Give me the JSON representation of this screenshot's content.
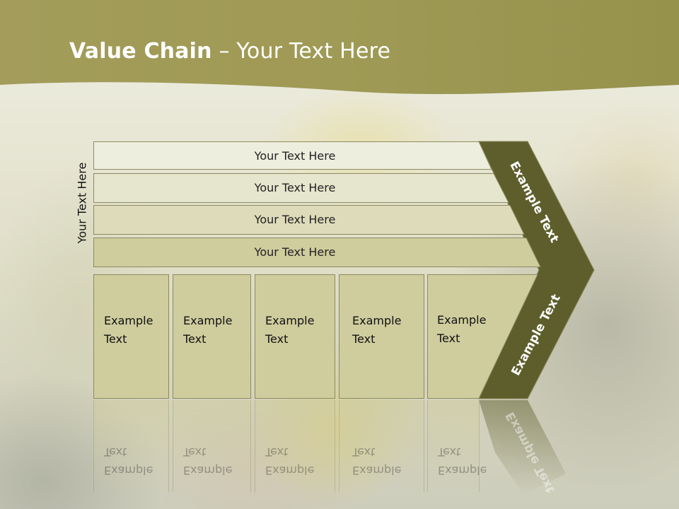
{
  "title": {
    "bold": "Value Chain",
    "rest": " – Your Text Here"
  },
  "side_label": "Your Text Here",
  "bars": [
    {
      "label": "Your Text Here"
    },
    {
      "label": "Your Text Here"
    },
    {
      "label": "Your Text Here"
    },
    {
      "label": "Your Text Here"
    }
  ],
  "columns": [
    {
      "label": "Example Text"
    },
    {
      "label": "Example Text"
    },
    {
      "label": "Example Text"
    },
    {
      "label": "Example Text"
    },
    {
      "label": "Example Text"
    }
  ],
  "arrow": {
    "upper_label": "Example Text",
    "lower_label": "Example Text"
  },
  "colors": {
    "header_olive": "#9c964f",
    "arrow_dark": "#5e5e2c",
    "bar_light": "#eeeedf",
    "bar_mid": "#e3e2c6",
    "bar_dark": "#cfcc9e",
    "column_fill": "#cfcc9e",
    "outline": "#8d8b5e"
  }
}
